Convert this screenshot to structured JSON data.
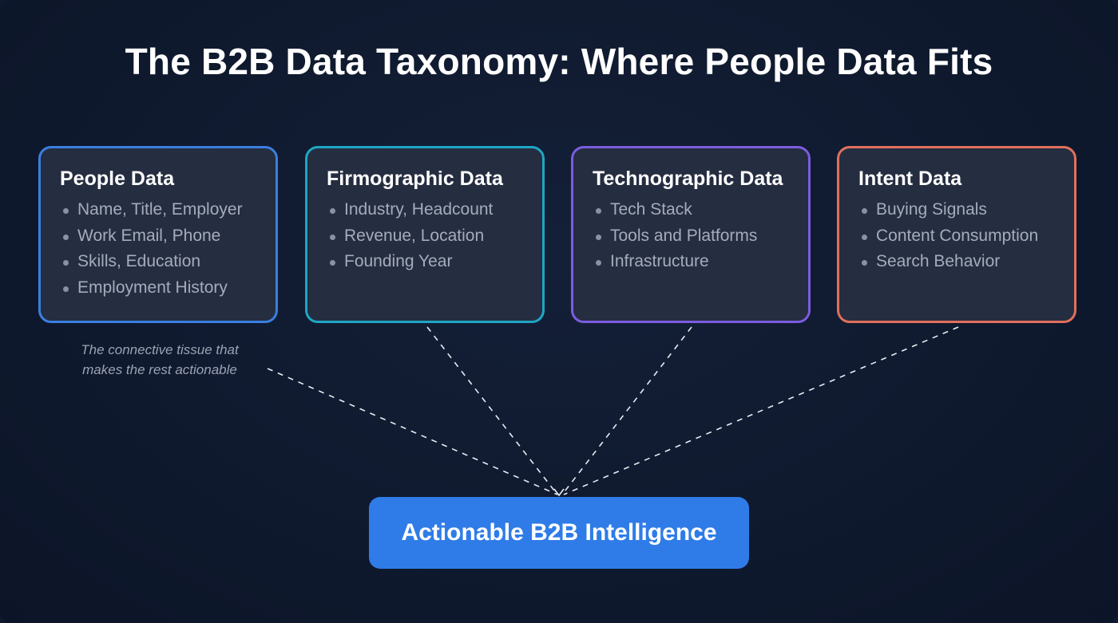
{
  "title": "The B2B Data Taxonomy: Where People Data Fits",
  "cards": [
    {
      "heading": "People Data",
      "color": "#3b7fe0",
      "items": [
        "Name, Title, Employer",
        "Work Email, Phone",
        "Skills, Education",
        "Employment History"
      ]
    },
    {
      "heading": "Firmographic Data",
      "color": "#1ea6c4",
      "items": [
        "Industry, Headcount",
        "Revenue, Location",
        "Founding Year"
      ]
    },
    {
      "heading": "Technographic Data",
      "color": "#7b5ce0",
      "items": [
        "Tech Stack",
        "Tools and Platforms",
        "Infrastructure"
      ]
    },
    {
      "heading": "Intent Data",
      "color": "#e0705c",
      "items": [
        "Buying Signals",
        "Content Consumption",
        "Search Behavior"
      ]
    }
  ],
  "caption": {
    "line1": "The connective tissue that",
    "line2": "makes the rest actionable"
  },
  "result": {
    "label": "Actionable B2B Intelligence",
    "color": "#2f7ce8"
  }
}
